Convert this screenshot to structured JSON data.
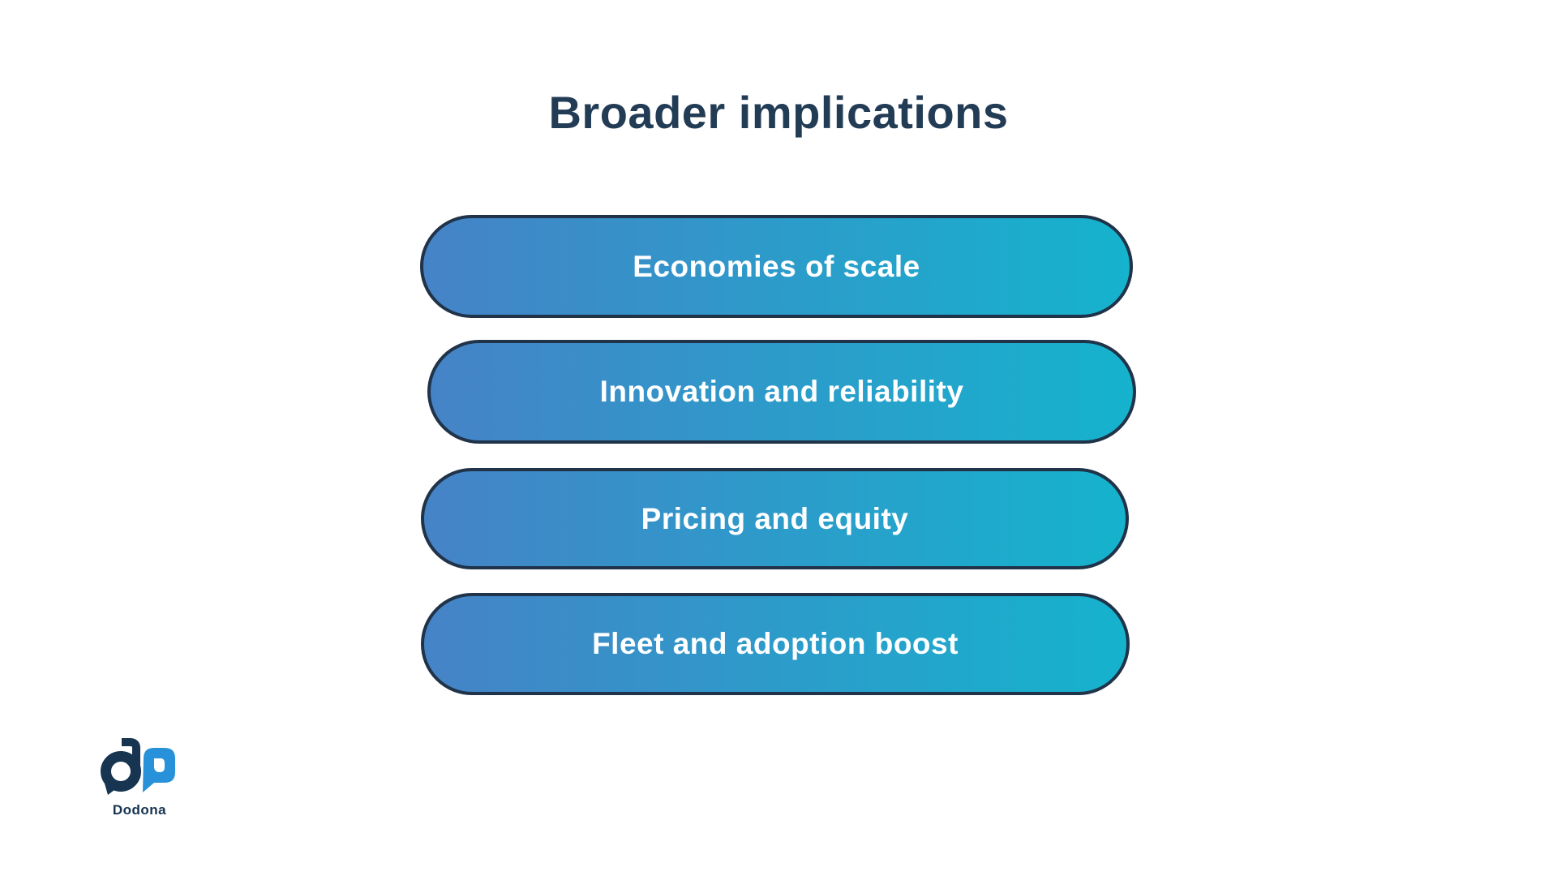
{
  "slide": {
    "title": "Broader implications",
    "items": [
      {
        "label": "Economies of scale"
      },
      {
        "label": "Innovation and reliability"
      },
      {
        "label": "Pricing and equity"
      },
      {
        "label": "Fleet and adoption boost"
      }
    ],
    "colors": {
      "gradient_start": "#4583c7",
      "gradient_end": "#15b3cd",
      "border": "#203349",
      "title": "#233c55",
      "pill_text": "#ffffff",
      "logo_navy": "#173450",
      "logo_blue": "#2791d9"
    },
    "logo": {
      "brand": "Dodona"
    }
  }
}
